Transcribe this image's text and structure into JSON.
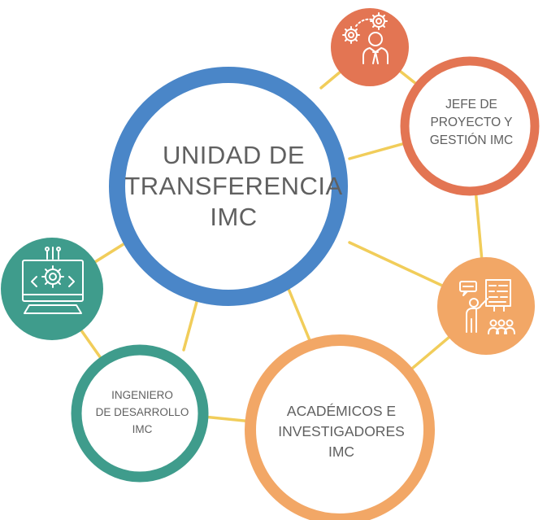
{
  "colors": {
    "connector": "#f1cd5a",
    "main_ring": "#4a86c8",
    "jefe": "#e37553",
    "academicos": "#f2a766",
    "ingeniero": "#3f9c8c",
    "icon_stroke": "#ffffff"
  },
  "nodes": {
    "main": {
      "lines": [
        "UNIDAD DE",
        "TRANSFERENCIA",
        "IMC"
      ],
      "color": "#4a86c8",
      "shape": "ring"
    },
    "jefe": {
      "lines": [
        "JEFE DE",
        "PROYECTO Y",
        "GESTIÓN IMC"
      ],
      "color": "#e37553",
      "shape": "ring"
    },
    "academicos": {
      "lines": [
        "ACADÉMICOS E",
        "INVESTIGADORES",
        "IMC"
      ],
      "color": "#f2a766",
      "shape": "ring"
    },
    "ingeniero": {
      "lines": [
        "INGENIERO",
        "DE DESARROLLO",
        "IMC"
      ],
      "color": "#3f9c8c",
      "shape": "ring"
    }
  },
  "icons": {
    "manager": {
      "name": "manager-gears-icon",
      "color": "#e37553"
    },
    "presenter": {
      "name": "presenter-audience-icon",
      "color": "#f2a766"
    },
    "monitor": {
      "name": "monitor-code-gear-icon",
      "color": "#3f9c8c"
    }
  }
}
